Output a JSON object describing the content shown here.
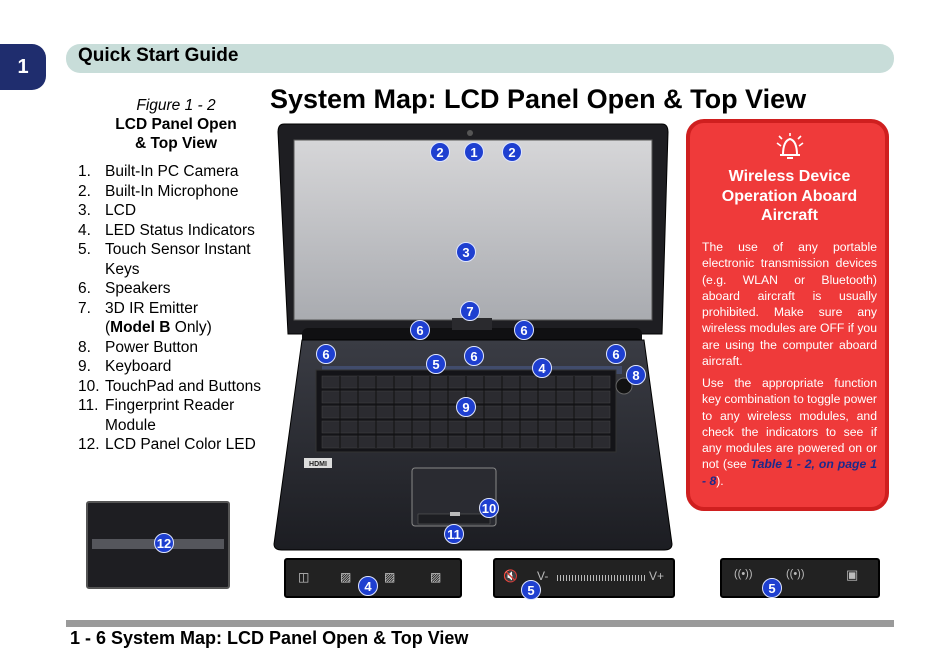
{
  "chapter": {
    "number": "1"
  },
  "header": {
    "title": "Quick Start Guide"
  },
  "page_heading": "System Map: LCD Panel Open & Top View",
  "figure": {
    "number": "Figure 1 - 2",
    "caption_line1": "LCD Panel Open",
    "caption_line2": "& Top View"
  },
  "legend": [
    {
      "num": "1.",
      "text": "Built-In PC Camera"
    },
    {
      "num": "2.",
      "text": "Built-In Microphone"
    },
    {
      "num": "3.",
      "text": "LCD"
    },
    {
      "num": "4.",
      "text": "LED Status Indicators"
    },
    {
      "num": "5.",
      "text": "Touch Sensor Instant Keys"
    },
    {
      "num": "6.",
      "text": "Speakers"
    },
    {
      "num": "7.",
      "text": "3D IR Emitter",
      "sub_open": "(",
      "sub_bold": "Model B",
      "sub_close": " Only)"
    },
    {
      "num": "8.",
      "text": "Power Button"
    },
    {
      "num": "9.",
      "text": "Keyboard"
    },
    {
      "num": "10.",
      "text": "TouchPad and Buttons"
    },
    {
      "num": "11.",
      "text": "Fingerprint Reader Module"
    },
    {
      "num": "12.",
      "text": "LCD Panel Color LED"
    }
  ],
  "callouts": {
    "c1": "1",
    "c2": "2",
    "c3": "3",
    "c4": "4",
    "c5": "5",
    "c6": "6",
    "c7": "7",
    "c8": "8",
    "c9": "9",
    "c10": "10",
    "c11": "11",
    "c12": "12"
  },
  "laptop": {
    "hdmi_label": "HDMI"
  },
  "touch_strip": {
    "vol_minus": "V-",
    "vol_plus": "V+"
  },
  "warning": {
    "icon": "aircraft-warning-icon",
    "title": "Wireless Device Operation Aboard Aircraft",
    "p1": "The use of any portable electronic transmission devices (e.g. WLAN or Bluetooth) aboard aircraft is usually prohibited. Make sure any wireless modules are OFF if you are using the computer aboard aircraft.",
    "p2_before": "Use the appropriate function key combination to toggle power to any wireless modules, and check the indicators to see if any modules are powered on or not (see ",
    "p2_link": "Table 1 - 2, on page 1 - 8",
    "p2_after": ")."
  },
  "footer": {
    "text": "1 - 6 System Map: LCD Panel Open & Top View"
  },
  "colors": {
    "header_bar": "#c8ddd9",
    "chapter_tab": "#1f2d6e",
    "callout_blue": "#1e3fd0",
    "warning_red": "#ef3a3a",
    "footer_bar": "#9a9a9a"
  }
}
